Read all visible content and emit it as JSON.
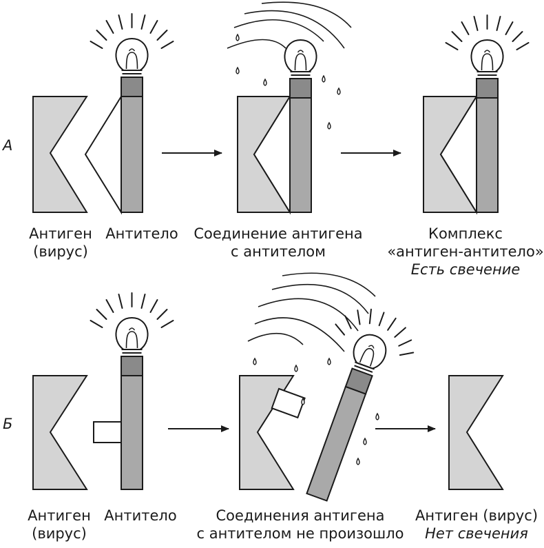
{
  "rows": {
    "a": {
      "letter": "А",
      "labels": {
        "antigen_line1": "Антиген",
        "antigen_line2": "(вирус)",
        "antibody": "Антитело",
        "binding_line1": "Соединение антигена",
        "binding_line2": "с антителом",
        "complex_line1": "Комплекс",
        "complex_line2": "«антиген-антитело»",
        "result": "Есть свечение"
      }
    },
    "b": {
      "letter": "Б",
      "labels": {
        "antigen_line1": "Антиген",
        "antigen_line2": "(вирус)",
        "antibody": "Антитело",
        "binding_line1": "Соединения антигена",
        "binding_line2": "с антителом не произошло",
        "final": "Антиген (вирус)",
        "result": "Нет свечения"
      }
    }
  },
  "colors": {
    "antigen_fill": "#d4d4d4",
    "antibody_fill": "#a9a9a9",
    "cap_fill": "#8a8a8a",
    "stroke": "#1a1a1a"
  }
}
